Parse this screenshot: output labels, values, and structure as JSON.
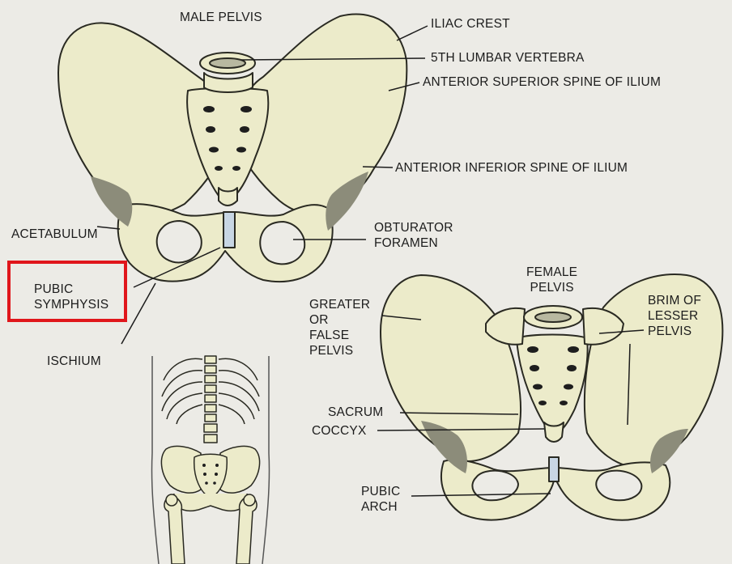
{
  "labels": {
    "male_pelvis": "MALE PELVIS",
    "iliac_crest": "ILIAC CREST",
    "fifth_lumbar_vertebra": "5TH LUMBAR VERTEBRA",
    "anterior_superior_spine": "ANTERIOR SUPERIOR SPINE OF ILIUM",
    "anterior_inferior_spine": "ANTERIOR INFERIOR SPINE OF ILIUM",
    "acetabulum": "ACETABULUM",
    "obturator_foramen": [
      "OBTURATOR",
      "FORAMEN"
    ],
    "pubic_symphysis": [
      "PUBIC",
      "SYMPHYSIS"
    ],
    "ischium": "ISCHIUM",
    "female_pelvis": [
      "FEMALE",
      "PELVIS"
    ],
    "greater_false_pelvis": [
      "GREATER",
      "OR",
      "FALSE",
      "PELVIS"
    ],
    "brim_lesser_pelvis": [
      "BRIM OF",
      "LESSER",
      "PELVIS"
    ],
    "sacrum": "SACRUM",
    "coccyx": "COCCYX",
    "pubic_arch": [
      "PUBIC",
      "ARCH"
    ]
  },
  "highlight": {
    "target": "pubic_symphysis",
    "color": "#e0161b"
  },
  "colors": {
    "background": "#ecebe6",
    "bone": "#ecebca",
    "bone_outline": "#2a2a22",
    "bone_shadow": "#8c8c7a",
    "cartilage": "#c8d6e4"
  }
}
